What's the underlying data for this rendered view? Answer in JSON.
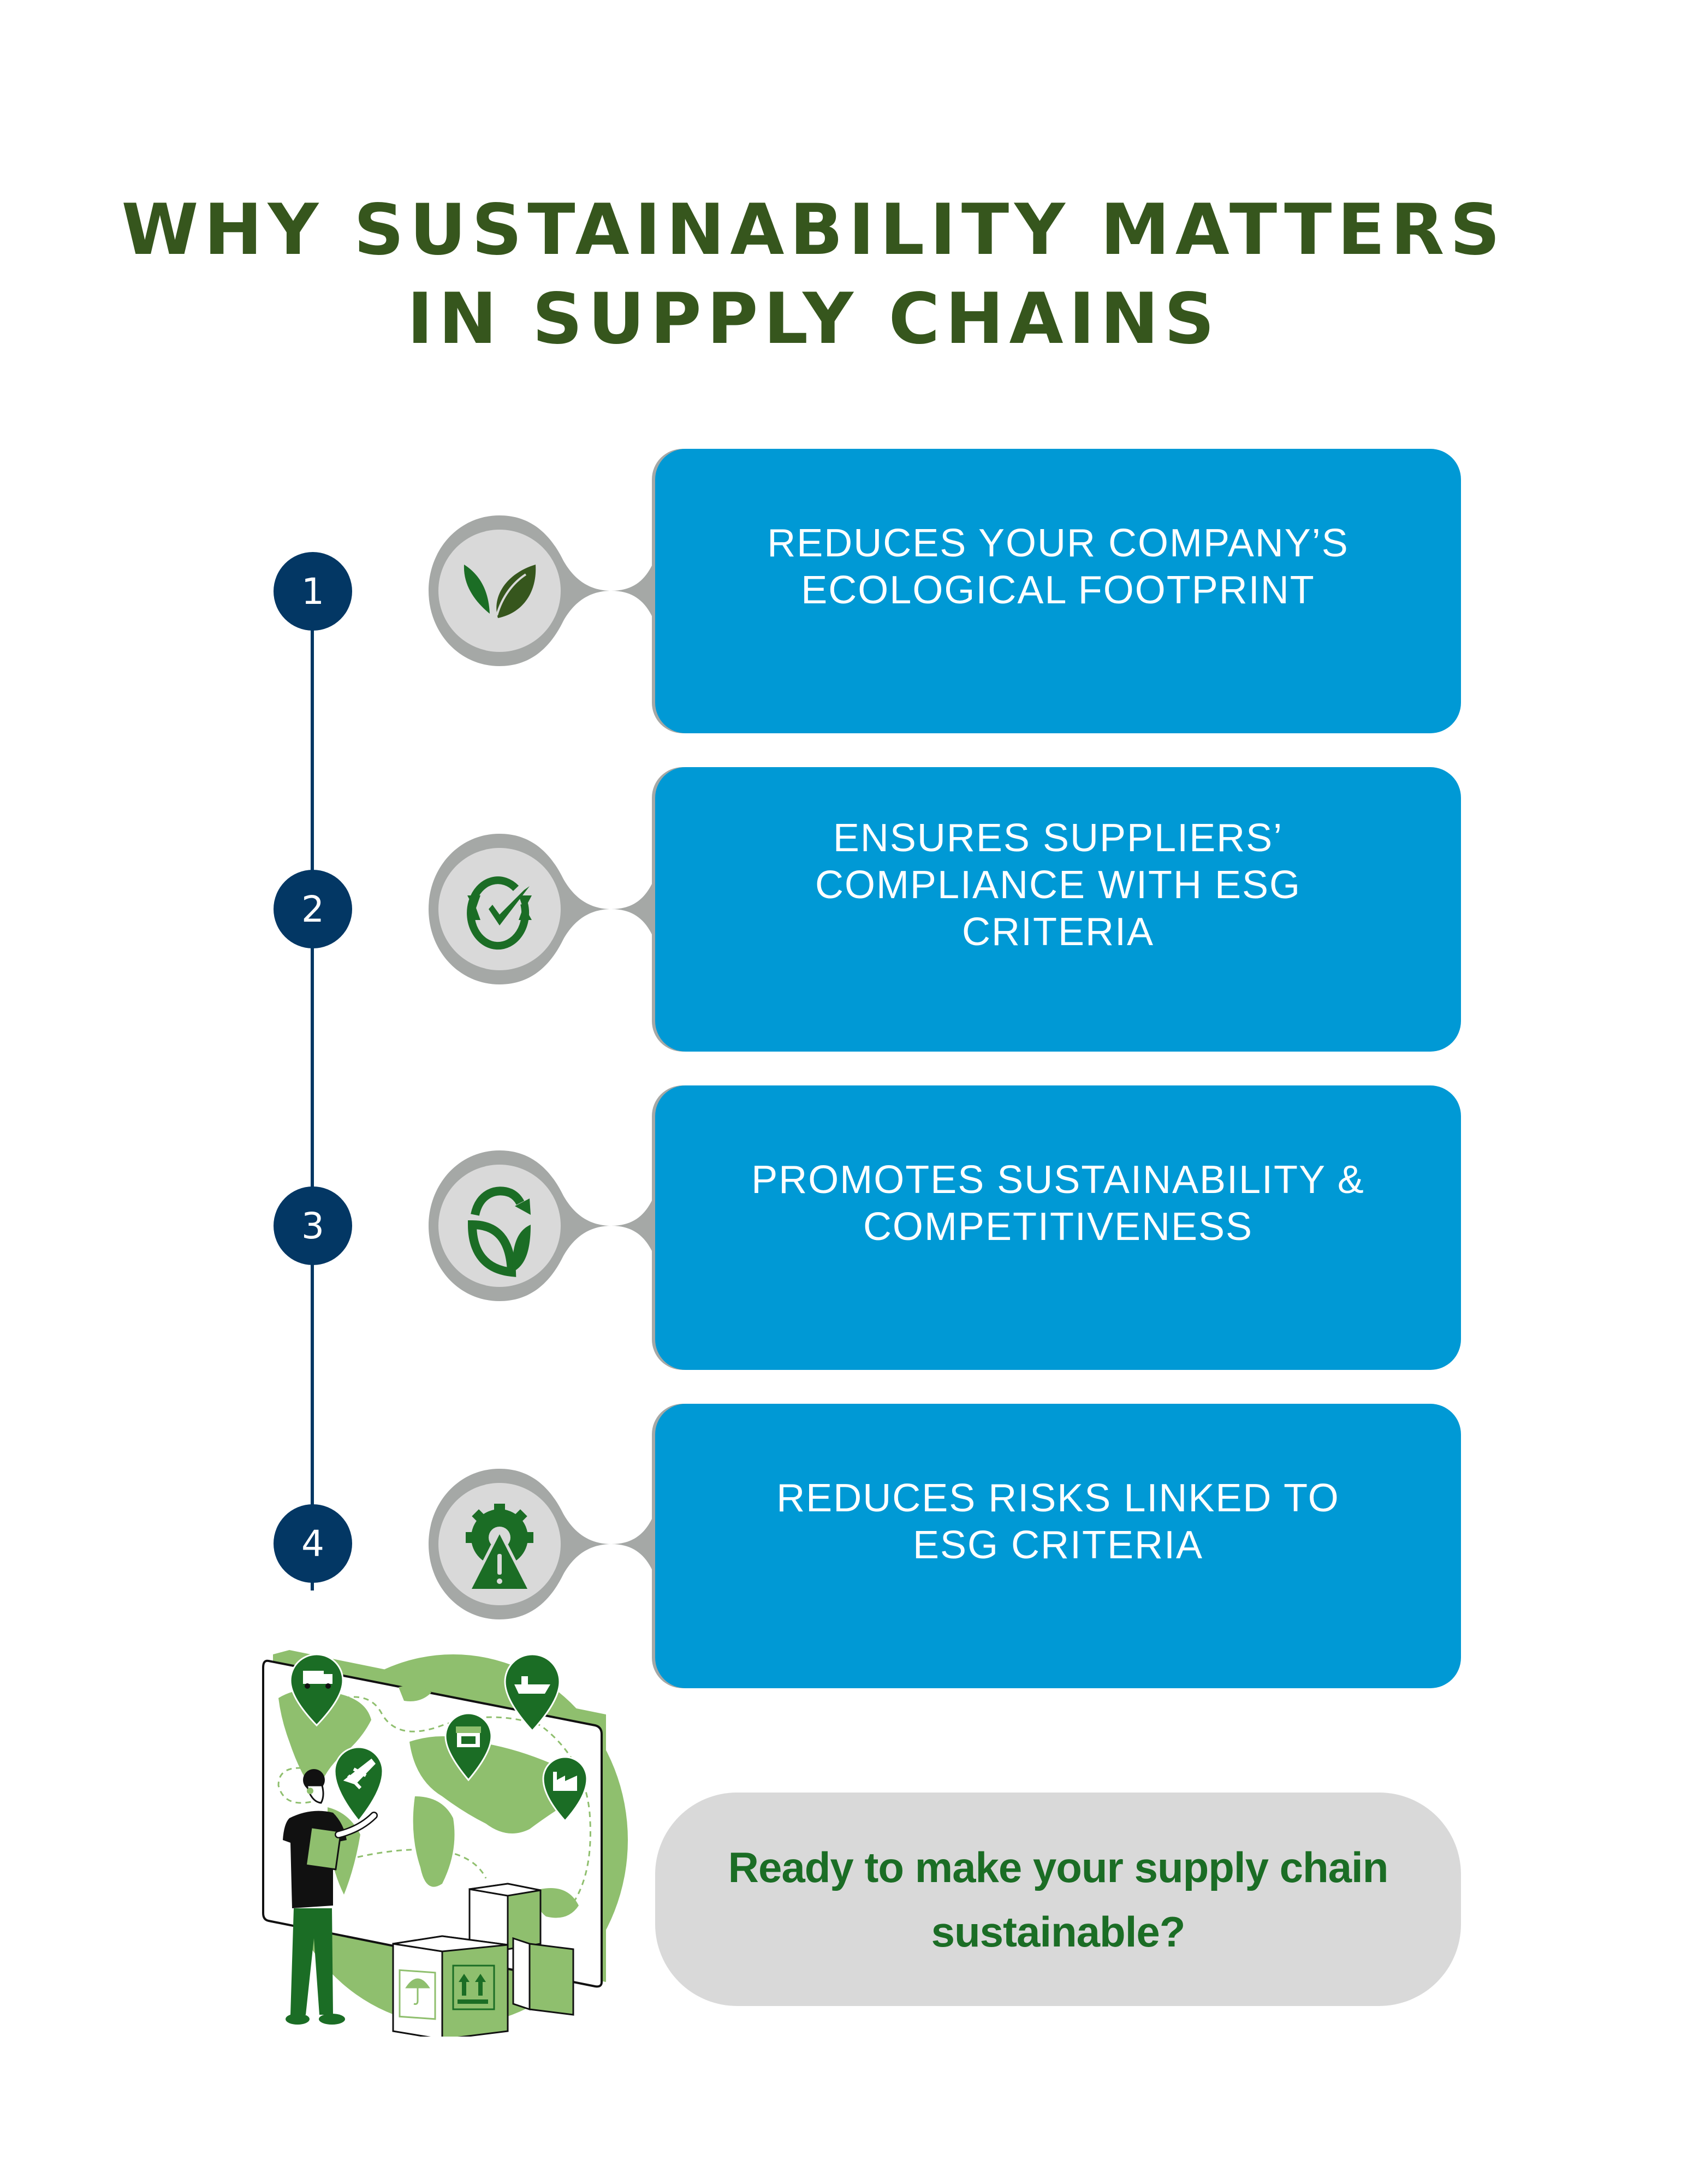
{
  "title": {
    "line1": "WHY SUSTAINABILITY MATTERS",
    "line2": "IN SUPPLY CHAINS"
  },
  "colors": {
    "title": "#36561d",
    "timeline": "#033764",
    "card": "#0099d5",
    "bubble_ring": "#a5a8a6",
    "bubble_fill": "#d9d9d9",
    "icon_green": "#1b6d25",
    "icon_dark_green": "#36561d",
    "cta_bg": "#d9d9d9",
    "cta_text": "#1b6d25",
    "illustration_light_green": "#8fbf6e"
  },
  "steps": [
    {
      "number": "1",
      "icon": "leaves-icon",
      "text": "REDUCES YOUR COMPANY’S ECOLOGICAL FOOTPRINT"
    },
    {
      "number": "2",
      "icon": "compliance-badge-check-icon",
      "text": "ENSURES SUPPLIERS’ COMPLIANCE WITH ESG CRITERIA"
    },
    {
      "number": "3",
      "icon": "renewable-plant-cycle-icon",
      "text": "PROMOTES SUSTAINABILITY & COMPETITIVENESS"
    },
    {
      "number": "4",
      "icon": "gear-warning-icon",
      "text": "REDUCES RISKS LINKED TO ESG CRITERIA"
    }
  ],
  "cta": {
    "text": "Ready to make your supply chain sustainable?"
  },
  "illustration": {
    "subject": "person-with-tablet-at-world-map-with-logistics-pins",
    "pins": [
      "truck-icon",
      "ship-icon",
      "store-icon",
      "airplane-icon",
      "factory-icon"
    ],
    "boxes": [
      "fragile-umbrella-box",
      "this-side-up-box"
    ]
  }
}
